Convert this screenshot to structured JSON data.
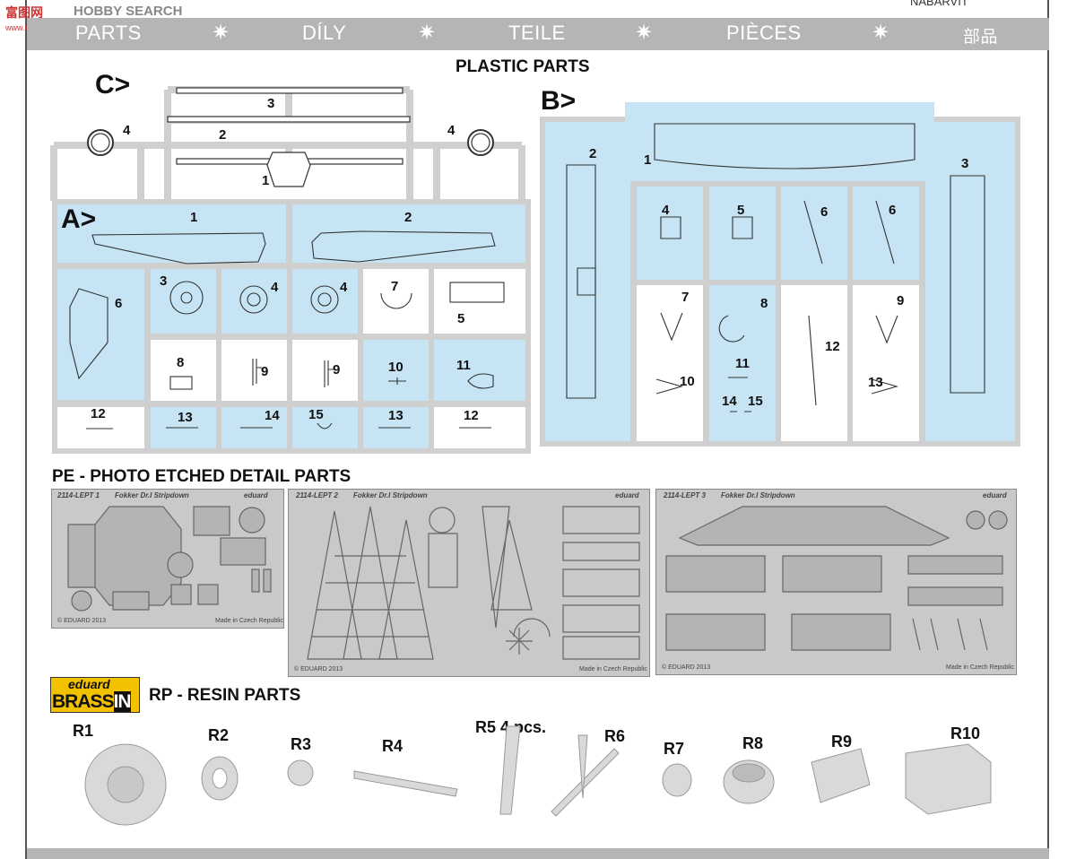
{
  "watermark": {
    "text1": "富图网",
    "text2": "HOBBY SEARCH",
    "text3": "www.hobbysearch.cn"
  },
  "top_right_text": "NABARVIT",
  "header": {
    "items": [
      "PARTS",
      "DÍLY",
      "TEILE",
      "PIÈCES",
      "部品"
    ],
    "separator": "✷"
  },
  "plastic": {
    "title": "PLASTIC PARTS",
    "sprue_c": {
      "label": "C>",
      "parts": [
        "3",
        "2",
        "1",
        "4",
        "4"
      ]
    },
    "sprue_a": {
      "label": "A>",
      "parts": [
        "1",
        "2",
        "3",
        "4",
        "4",
        "5",
        "6",
        "7",
        "8",
        "9",
        "9",
        "10",
        "11",
        "12",
        "13",
        "14",
        "15",
        "13",
        "12"
      ]
    },
    "sprue_b": {
      "label": "B>",
      "parts": [
        "1",
        "2",
        "3",
        "4",
        "5",
        "6",
        "6",
        "7",
        "8",
        "9",
        "10",
        "11",
        "12",
        "13",
        "14",
        "15"
      ]
    }
  },
  "pe": {
    "title": "PE - PHOTO ETCHED DETAIL PARTS",
    "sheets": [
      {
        "id": "2114-LEPT 1",
        "name": "Fokker Dr.I Stripdown",
        "brand": "eduard",
        "copyright": "© EDUARD 2013",
        "made": "Made in Czech Republic"
      },
      {
        "id": "2114-LEPT 2",
        "name": "Fokker Dr.I Stripdown",
        "brand": "eduard",
        "copyright": "© EDUARD 2013",
        "made": "Made in Czech Republic"
      },
      {
        "id": "2114-LEPT 3",
        "name": "Fokker Dr.I Stripdown",
        "brand": "eduard",
        "copyright": "© EDUARD 2013",
        "made": "Made in Czech Republic"
      }
    ]
  },
  "resin": {
    "logo_top": "eduard",
    "logo_bottom_a": "BRASS",
    "logo_bottom_b": "IN",
    "title": "RP - RESIN PARTS",
    "parts": [
      "R1",
      "R2",
      "R3",
      "R4",
      "R5  4 pcs.",
      "R6",
      "R7",
      "R8",
      "R9",
      "R10"
    ]
  },
  "colors": {
    "sprue_fill": "#c6e4f3",
    "sprue_frame": "#cfcfcf",
    "header_bg": "#b5b5b5",
    "pe_metal": "#c9c9c9"
  }
}
